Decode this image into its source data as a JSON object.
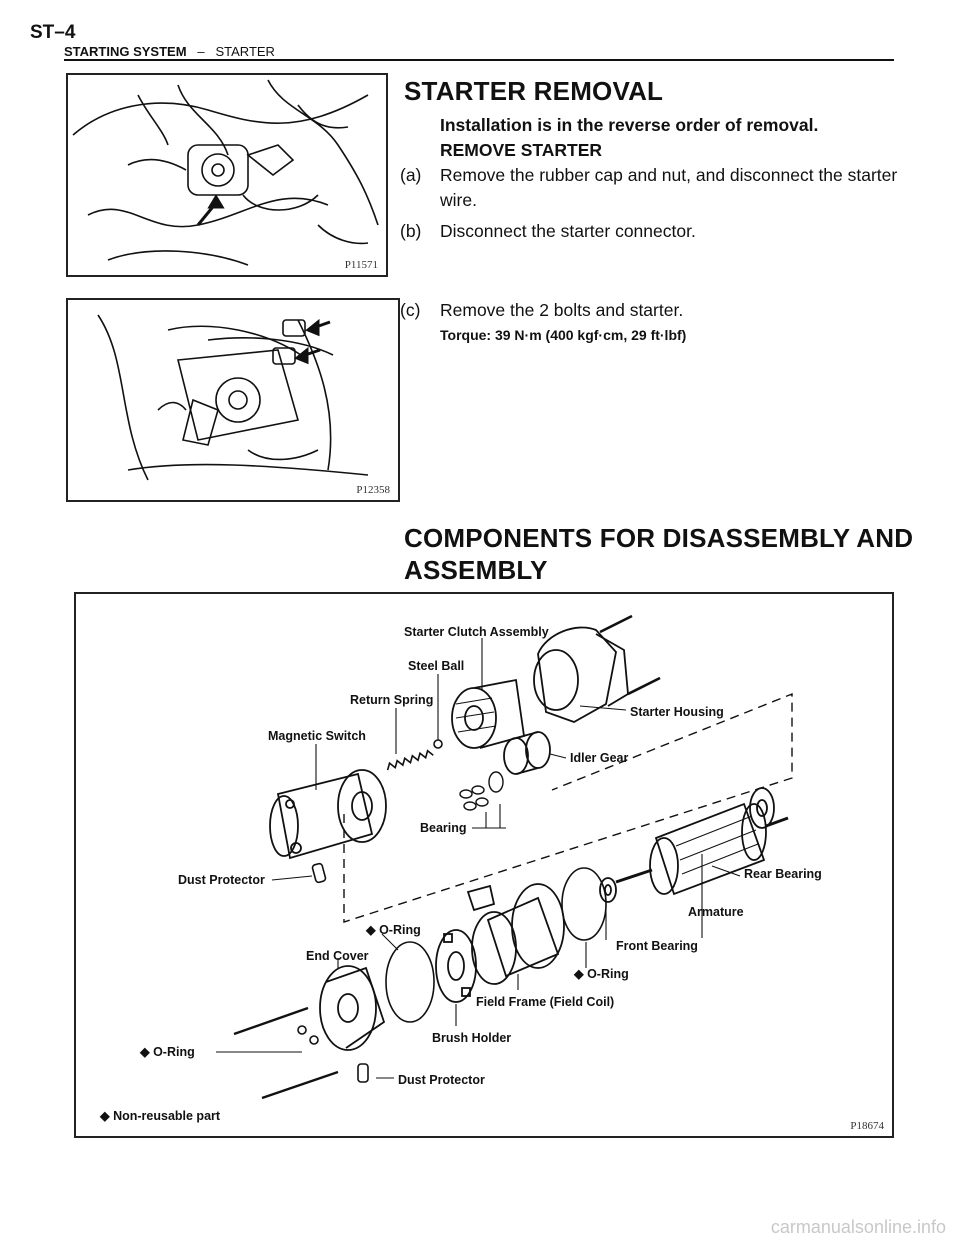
{
  "header": {
    "page_number": "ST–4",
    "section": "STARTING SYSTEM",
    "separator": "–",
    "subsection": "STARTER"
  },
  "removal": {
    "title": "STARTER REMOVAL",
    "intro": "Installation is in the reverse order of removal.",
    "step_title": "REMOVE STARTER",
    "steps": [
      {
        "label": "(a)",
        "text": "Remove the rubber cap and nut, and disconnect the starter wire."
      },
      {
        "label": "(b)",
        "text": "Disconnect the starter connector."
      },
      {
        "label": "(c)",
        "text": "Remove the 2 bolts and starter."
      }
    ],
    "torque": "Torque: 39 N·m (400 kgf·cm, 29 ft·lbf)",
    "figure1_code": "P11571",
    "figure2_code": "P12358"
  },
  "components": {
    "title_line1": "COMPONENTS FOR DISASSEMBLY AND",
    "title_line2": "ASSEMBLY",
    "figure_code": "P18674",
    "labels": {
      "starter_clutch": "Starter Clutch Assembly",
      "steel_ball": "Steel Ball",
      "return_spring": "Return Spring",
      "starter_housing": "Starter Housing",
      "magnetic_switch": "Magnetic Switch",
      "idler_gear": "Idler Gear",
      "bearing": "Bearing",
      "rear_bearing": "Rear Bearing",
      "dust_protector_1": "Dust Protector",
      "armature": "Armature",
      "o_ring_1": "◆ O-Ring",
      "front_bearing": "Front Bearing",
      "end_cover": "End Cover",
      "o_ring_2": "◆ O-Ring",
      "field_frame": "Field Frame (Field Coil)",
      "o_ring_3": "◆ O-Ring",
      "brush_holder": "Brush Holder",
      "dust_protector_2": "Dust Protector",
      "non_reusable": "◆ Non-reusable part"
    }
  },
  "footer": {
    "watermark": "carmanualsonline.info"
  }
}
